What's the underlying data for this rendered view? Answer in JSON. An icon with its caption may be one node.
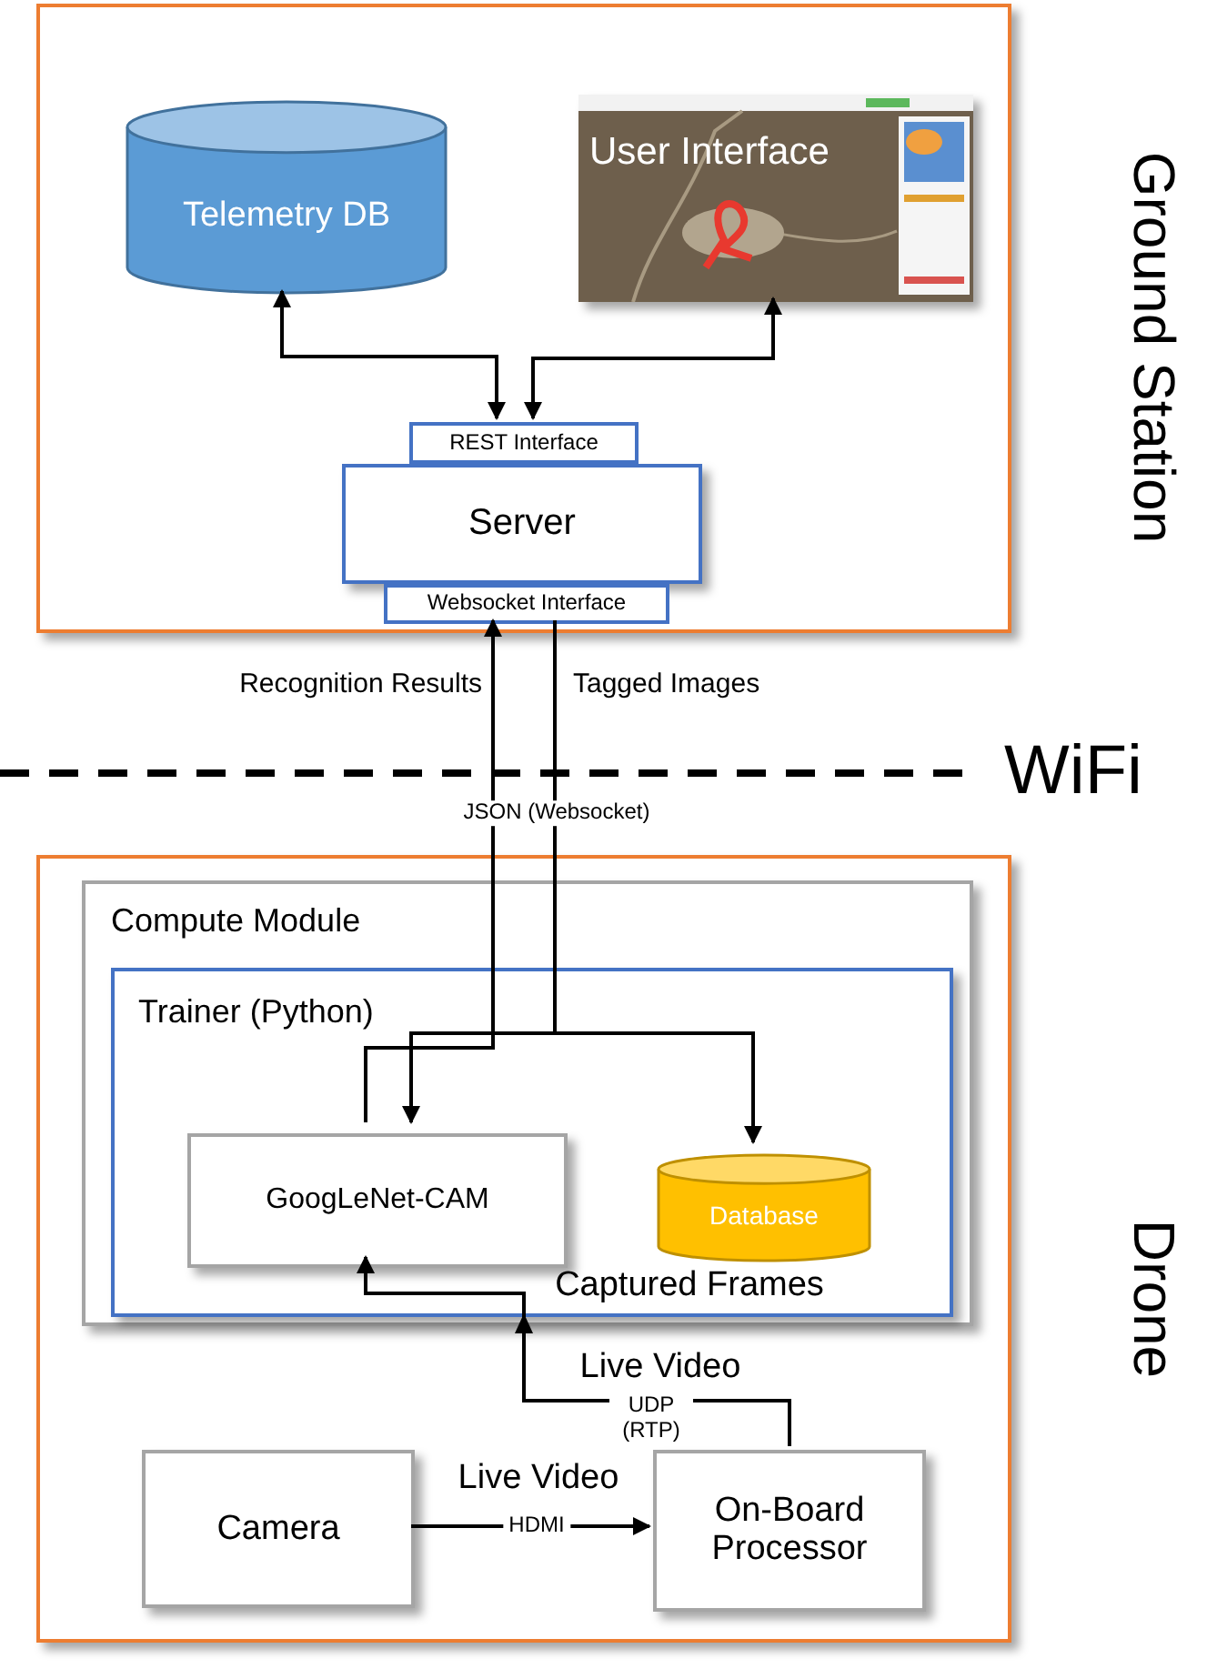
{
  "diagram": {
    "nodes": [
      {
        "text": [
          "Ground Station"
        ]
      },
      {
        "text": [
          "Telemetry DB"
        ],
        "in": 0
      },
      {
        "text": [
          "User Interface"
        ],
        "in": 0
      },
      {
        "text": [
          "Server"
        ],
        "in": 0
      },
      {
        "text": [
          "REST Interface"
        ],
        "in": 0
      },
      {
        "text": [
          "Websocket Interface"
        ],
        "in": 0
      },
      {
        "text": [
          "Drone"
        ]
      },
      {
        "text": [
          "Compute Module"
        ],
        "in": 6
      },
      {
        "text": [
          "Trainer (Python)"
        ],
        "in": 7
      },
      {
        "text": [
          "GoogLeNet-CAM"
        ],
        "in": 8
      },
      {
        "text": [
          "Database"
        ],
        "in": 8
      },
      {
        "text": [
          "Camera"
        ],
        "in": 6
      },
      {
        "text": [
          "On-Board Processor"
        ],
        "in": 6
      }
    ],
    "edges": [
      {
        "from": 4,
        "to": 1,
        "arrow": "both"
      },
      {
        "from": 4,
        "to": 2,
        "arrow": "both"
      },
      {
        "from": 9,
        "to": 5,
        "arrow": "to",
        "label": "Recognition Results"
      },
      {
        "from": 5,
        "to": 9,
        "arrow": "to",
        "label": "Tagged Images"
      },
      {
        "from": 5,
        "to": 10,
        "arrow": "to"
      },
      {
        "from": 12,
        "to": 9,
        "arrow": "to",
        "label": "UDP (RTP)"
      },
      {
        "from": 11,
        "to": 12,
        "arrow": "to",
        "label": "HDMI"
      }
    ],
    "labels": [
      "WiFi",
      "JSON (Websocket)",
      "Captured Frames",
      "Live Video",
      "Live Video"
    ]
  }
}
